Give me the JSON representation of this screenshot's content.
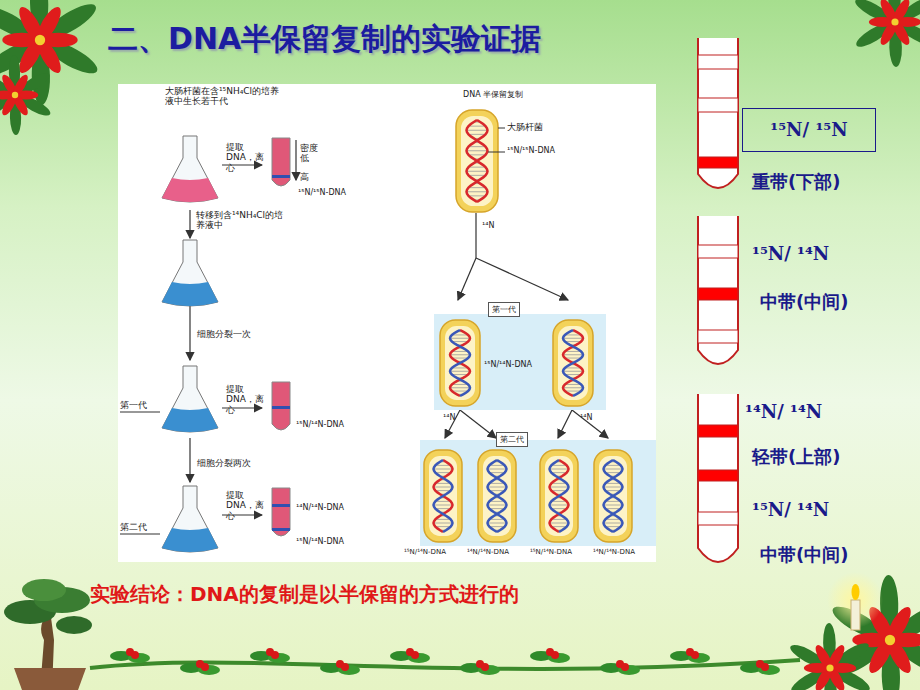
{
  "diagram": {
    "title": "二、DNA半保留复制的实验证据",
    "caption": "实验结论：DNA的复制是以半保留的方式进行的",
    "nodes": [
      {
        "text": [
          "第一代"
        ]
      },
      {
        "text": [
          "第二代"
        ]
      },
      {
        "text": [
          "¹⁵N/ ¹⁵N"
        ]
      }
    ],
    "labels": [
      "大肠杆菌在含¹⁵NH₄Cl的培养液中生长若干代",
      "提取DNA，离心",
      "密度 低",
      "高",
      "¹⁵N/¹⁵N-DNA",
      "转移到含¹⁴NH₄Cl的培养液中",
      "细胞分裂一次",
      "第一代",
      "提取DNA，离心",
      "¹⁵N/¹⁴N-DNA",
      "细胞分裂两次",
      "第二代",
      "提取DNA，离心",
      "¹⁴N/¹⁴N-DNA",
      "¹⁵N/¹⁴N-DNA",
      "DNA 半保留复制",
      "大肠杆菌",
      "¹⁵N/¹⁵N-DNA",
      "¹⁴N",
      "¹⁵N/¹⁴N-DNA",
      "¹⁴N",
      "¹⁴N",
      "¹⁵N/¹⁴N-DNA",
      "¹⁴N/¹⁴N-DNA",
      "¹⁵N/¹⁴N-DNA",
      "¹⁴N/¹⁴N-DNA",
      "重带(下部)",
      "¹⁵N/ ¹⁴N",
      "中带(中间)",
      "¹⁴N/ ¹⁴N",
      "轻带(上部)",
      "¹⁵N/ ¹⁴N",
      "中带(中间)"
    ]
  }
}
